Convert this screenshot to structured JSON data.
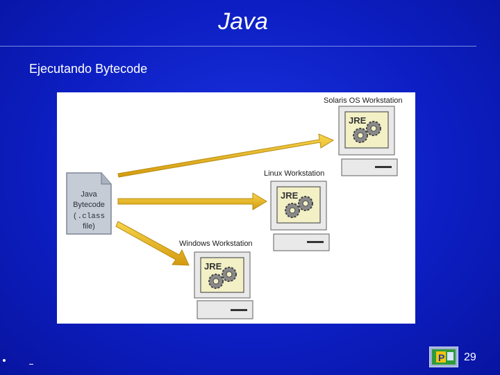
{
  "slide": {
    "title": "Java",
    "subtitle": "Ejecutando Bytecode",
    "page_number": "29"
  },
  "figure": {
    "file_label_lines": [
      "Java",
      "Bytecode",
      "(.class",
      "file)"
    ],
    "workstations": [
      {
        "label": "Solaris OS Workstation",
        "runtime": "JRE"
      },
      {
        "label": "Linux Workstation",
        "runtime": "JRE"
      },
      {
        "label": "Windows Workstation",
        "runtime": "JRE"
      }
    ],
    "colors": {
      "arrow": "#e8b51c",
      "monitor_screen": "#f3f0c6",
      "computer_body": "#e9e9e9",
      "file": "#c6ccd6"
    }
  },
  "logo": {
    "icon": "presentation-logo-icon"
  }
}
